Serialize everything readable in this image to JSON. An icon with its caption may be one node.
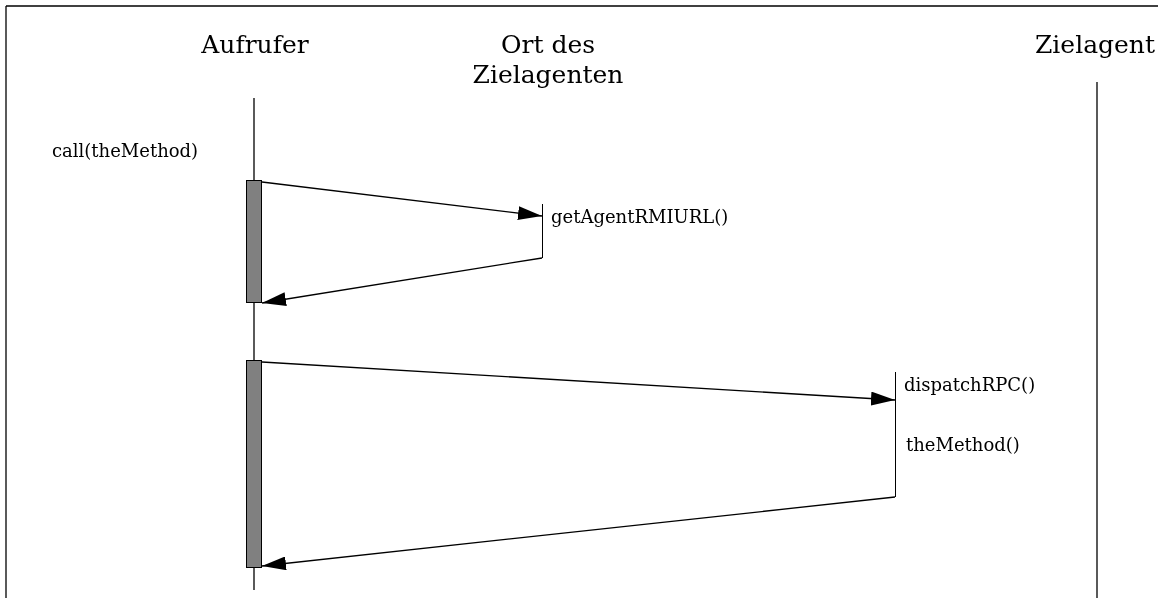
{
  "diagram": {
    "nodes": [
      {
        "text": [
          "Aufrufer"
        ]
      },
      {
        "text": [
          "Ort des Zielagenten"
        ]
      },
      {
        "text": [
          "Zielagent"
        ]
      },
      {
        "text": [],
        "shape": "bar"
      },
      {
        "text": [],
        "shape": "bar"
      },
      {
        "text": [
          "getAgentRMIURL()"
        ]
      },
      {
        "text": [
          "dispatchRPC()",
          "theMethod()"
        ]
      }
    ],
    "edges": [
      {
        "from": 3,
        "to": 5,
        "arrow": "to"
      },
      {
        "from": 5,
        "to": 3,
        "arrow": "to"
      },
      {
        "from": 4,
        "to": 6,
        "arrow": "to"
      },
      {
        "from": 6,
        "to": 4,
        "arrow": "to"
      }
    ],
    "labels": [
      "call(theMethod)"
    ]
  }
}
